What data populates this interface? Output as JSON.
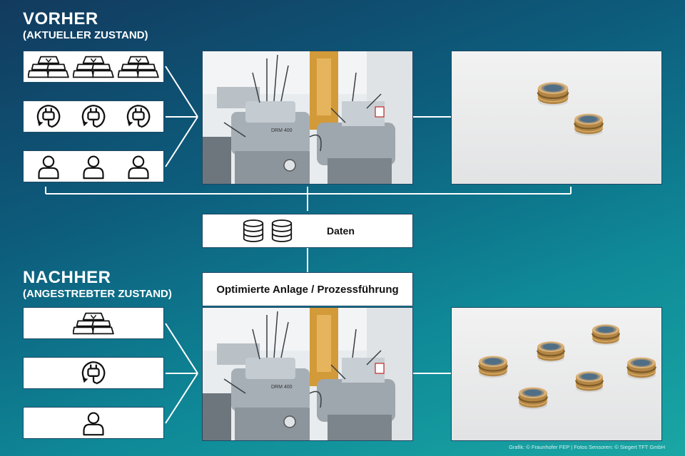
{
  "before": {
    "title": "VORHER",
    "subtitle": "(AKTUELLER ZUSTAND)",
    "gold_icons": [
      "gold-bars-icon",
      "gold-bars-icon",
      "gold-bars-icon"
    ],
    "power_icons": [
      "power-plug-cycle-icon",
      "power-plug-cycle-icon",
      "power-plug-cycle-icon"
    ],
    "person_icons": [
      "person-icon",
      "person-icon",
      "person-icon"
    ]
  },
  "data_box": {
    "label": "Daten",
    "icons": [
      "database-icon",
      "database-icon"
    ]
  },
  "after": {
    "title": "NACHHER",
    "subtitle": "(ANGESTREBTER ZUSTAND)",
    "optimized_label": "Optimierte Anlage / Prozessführung",
    "gold_icons": [
      "gold-bars-icon"
    ],
    "power_icons": [
      "power-plug-cycle-icon"
    ],
    "person_icons": [
      "person-icon"
    ]
  },
  "machine_plate": "DRM 400",
  "credit": "Grafik: © Fraunhofer FEP | Fotos Sensoren: © Siegert TFT GmbH",
  "colors": {
    "line": "#ffffff",
    "border": "#1d4763",
    "bg_top": "#123a5e",
    "bg_bottom": "#1aa7a4"
  }
}
